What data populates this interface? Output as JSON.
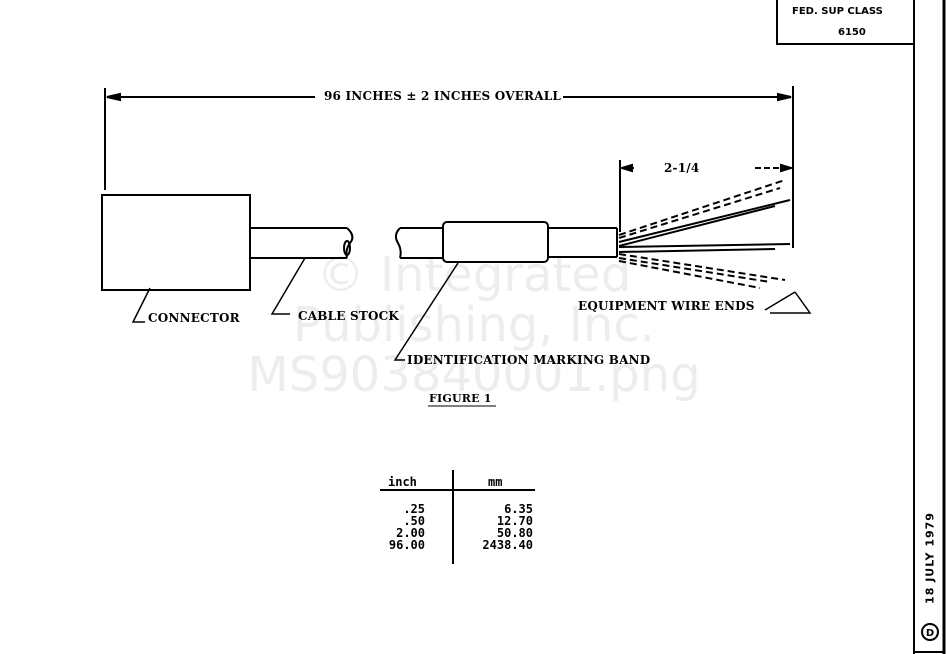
{
  "title_block": {
    "label": "FED. SUP CLASS",
    "value": "6150"
  },
  "side_strip": {
    "date": "18 JULY 1979",
    "revision": "D"
  },
  "figure": {
    "overall_dimension": "96 INCHES ± 2 INCHES OVERALL",
    "wire_end_dimension": "2-1/4",
    "labels": {
      "connector": "CONNECTOR",
      "cable_stock": "CABLE STOCK",
      "identification_band": "IDENTIFICATION MARKING BAND",
      "wire_ends": "EQUIPMENT WIRE ENDS"
    },
    "caption": "FIGURE 1"
  },
  "conversion_table": {
    "headers": [
      "inch",
      "mm"
    ],
    "rows": [
      [
        ".25",
        "6.35"
      ],
      [
        ".50",
        "12.70"
      ],
      [
        "2.00",
        "50.80"
      ],
      [
        "96.00",
        "2438.40"
      ]
    ]
  },
  "watermark": [
    "© Integrated",
    "Publishing, Inc.",
    "MS903840001.png"
  ]
}
